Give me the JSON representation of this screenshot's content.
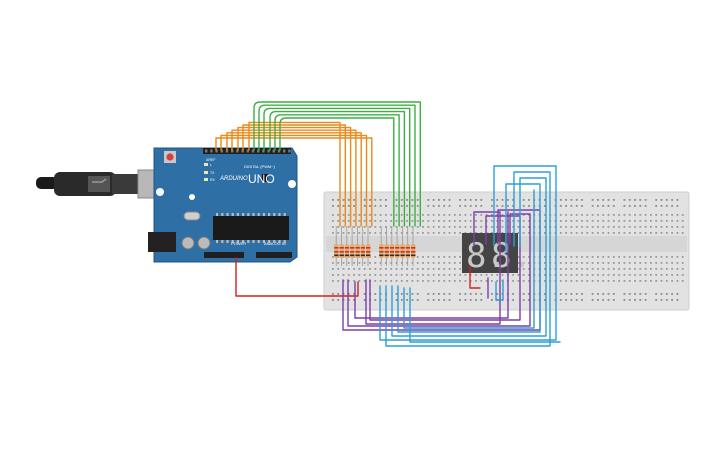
{
  "board": {
    "model": "UNO",
    "brand": "ARDUINO",
    "digital_header_label": "DIGITAL (PWM~)",
    "power_header_label": "POWER",
    "analog_header_label": "ANALOG IN",
    "aref_label": "AREF",
    "tx_label": "TX",
    "rx_label": "RX",
    "l_label": "L"
  },
  "display": {
    "digits": [
      "8.",
      "8."
    ],
    "segment_color": "#c8c8c8"
  },
  "colors": {
    "board": "#2e6fa6",
    "wire_orange": "#e98a1a",
    "wire_green": "#3cb043",
    "wire_purple": "#7b3fa6",
    "wire_blue": "#2c9fd6",
    "wire_red": "#d42020",
    "breadboard": "#e2e2e2",
    "resistor": "#e8a96a"
  }
}
